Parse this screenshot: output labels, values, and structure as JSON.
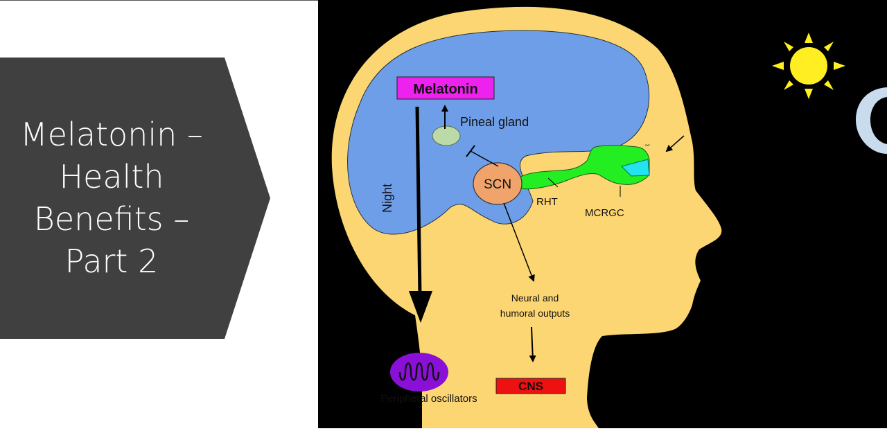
{
  "slide": {
    "title": "Melatonin –\nHealth\nBenefits –\nPart 2"
  },
  "diagram": {
    "labels": {
      "melatonin": "Melatonin",
      "pineal_gland": "Pineal gland",
      "scn": "SCN",
      "rht": "RHT",
      "mcrgc": "MCRGC",
      "night": "Night",
      "neural_outputs_line1": "Neural and",
      "neural_outputs_line2": "humoral outputs",
      "cns": "CNS",
      "peripheral_oscillators": "Peripheral oscillators"
    },
    "colors": {
      "background": "#000000",
      "head": "#fcd672",
      "brain": "#6f9ee8",
      "melatonin_box": "#ee22ee",
      "pineal": "#bcd9a8",
      "scn": "#f0a46c",
      "rht_tract": "#22ee22",
      "retina": "#22e4ee",
      "cns_box": "#ee1111",
      "oscillator": "#8a10d8",
      "sun": "#ffee22",
      "moon": "#c8dcee"
    },
    "icons": [
      "sun-icon",
      "moon-icon"
    ]
  }
}
